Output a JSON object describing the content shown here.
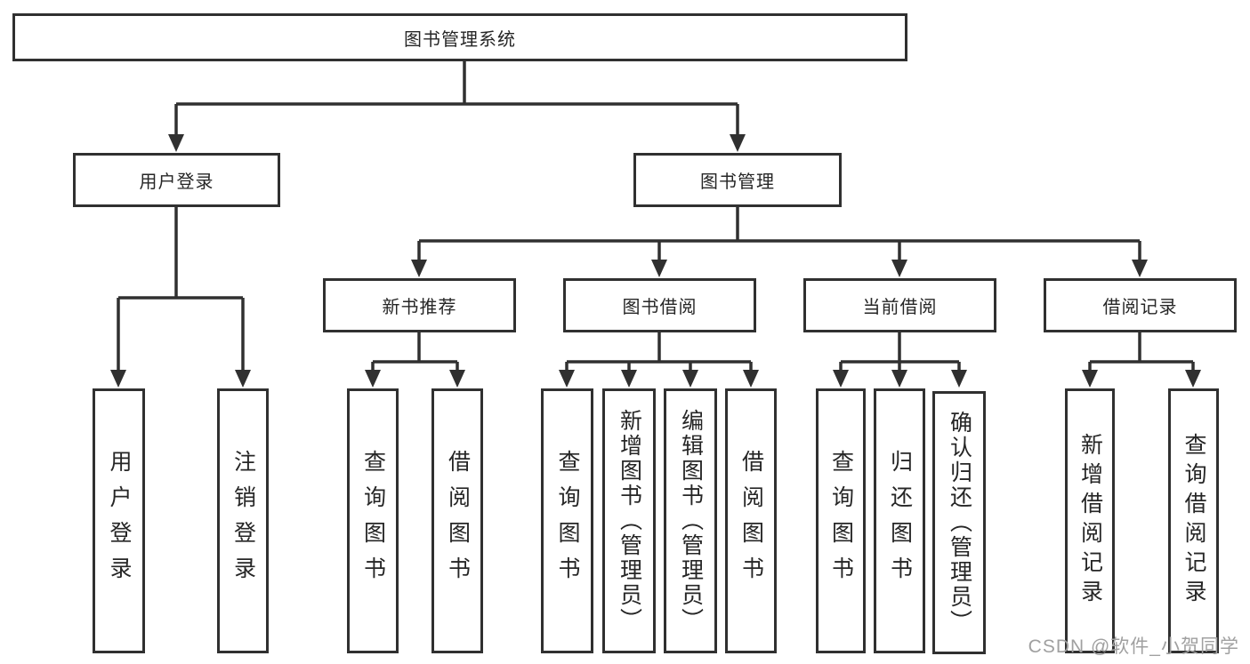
{
  "tree": {
    "label": "图书管理系统",
    "children": [
      {
        "label": "用户登录",
        "children": [
          {
            "label": "用户登录"
          },
          {
            "label": "注销登录"
          }
        ]
      },
      {
        "label": "图书管理",
        "children": [
          {
            "label": "新书推荐",
            "children": [
              {
                "label": "查询图书"
              },
              {
                "label": "借阅图书"
              }
            ]
          },
          {
            "label": "图书借阅",
            "children": [
              {
                "label": "查询图书"
              },
              {
                "label": "新增图书（管理员）"
              },
              {
                "label": "编辑图书（管理员）"
              },
              {
                "label": "借阅图书"
              }
            ]
          },
          {
            "label": "当前借阅",
            "children": [
              {
                "label": "查询图书"
              },
              {
                "label": "归还图书"
              },
              {
                "label": "确认归还（管理员）"
              }
            ]
          },
          {
            "label": "借阅记录",
            "children": [
              {
                "label": "新增借阅记录"
              },
              {
                "label": "查询借阅记录"
              }
            ]
          }
        ]
      }
    ]
  },
  "watermark": {
    "text": "CSDN @软件_小贺同学"
  },
  "colors": {
    "line": "#303030",
    "text": "#262626",
    "watermark": "#a0a0a0",
    "background": "#ffffff"
  }
}
